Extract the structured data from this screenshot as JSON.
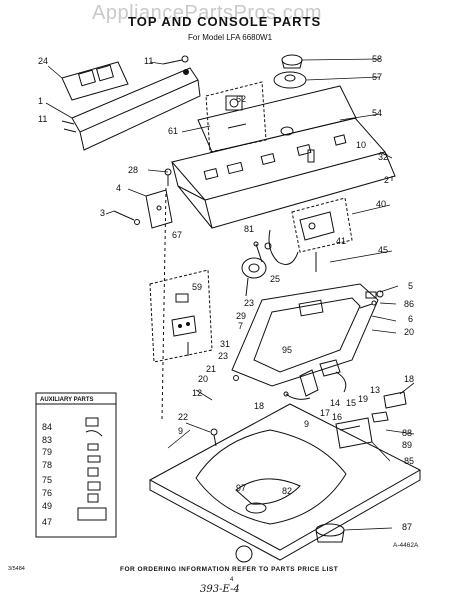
{
  "header": {
    "watermark": "AppliancePartsPros.com",
    "title": "TOP AND CONSOLE PARTS",
    "subtitle": "For Model LFA 6680W1"
  },
  "footer": {
    "ordering_note": "FOR ORDERING INFORMATION REFER TO PARTS PRICE LIST",
    "left_code": "3/5484",
    "page_number": "4",
    "handwritten_note": "393-E-4",
    "diagram_id": "A-4462A"
  },
  "auxiliary": {
    "title": "AUXILIARY PARTS",
    "items": [
      "84",
      "83",
      "79",
      "78",
      "75",
      "76",
      "49",
      "47"
    ]
  },
  "callouts": [
    "24",
    "11",
    "1",
    "11",
    "28",
    "4",
    "3",
    "67",
    "62",
    "61",
    "58",
    "57",
    "54",
    "10",
    "32",
    "2",
    "40",
    "81",
    "41",
    "45",
    "25",
    "59",
    "23",
    "29",
    "7",
    "31",
    "23",
    "5",
    "86",
    "6",
    "20",
    "95",
    "21",
    "20",
    "12",
    "22",
    "9",
    "18",
    "13",
    "19",
    "14",
    "15",
    "17",
    "16",
    "18",
    "9",
    "88",
    "89",
    "85",
    "97",
    "82",
    "87"
  ]
}
